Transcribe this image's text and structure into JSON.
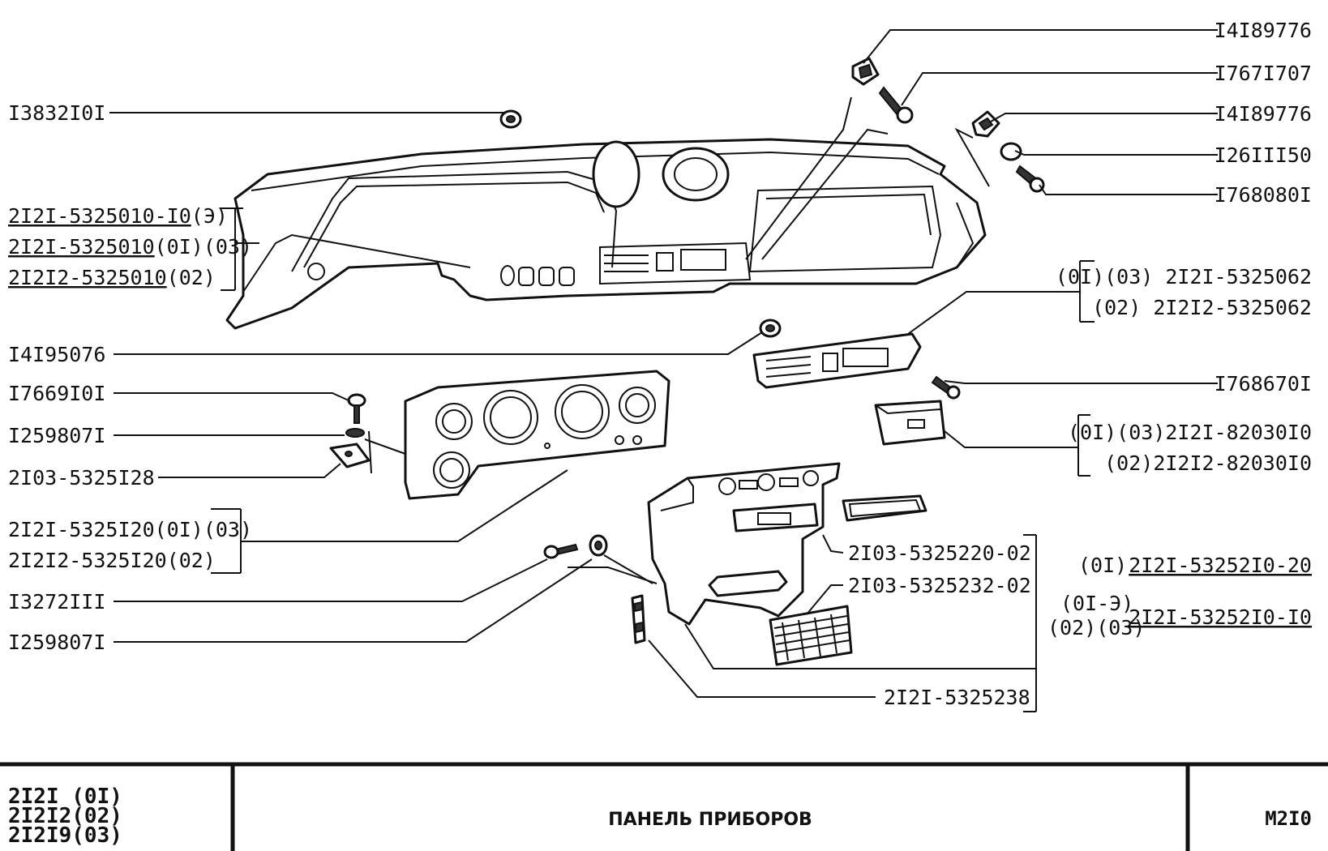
{
  "labels_left": {
    "l_13832101": "I3832I0I",
    "l_panel_a": "2I2I-5325010-I0",
    "l_panel_a_mod": "(Э)",
    "l_panel_b": "2I2I-5325010",
    "l_panel_b_mod": "(0I)(03)",
    "l_panel_c": "2I2I2-5325010",
    "l_panel_c_mod": "(02)",
    "l_14195076": "I4I95076",
    "l_17669101": "I7669I0I",
    "l_12598071": "I259807I",
    "l_2103_5325128": "2I03-5325I28",
    "l_cluster_a": "2I2I-5325I20(0I)(03)",
    "l_cluster_b": "2I2I2-5325I20(02)",
    "l_13272111": "I3272III",
    "l_12598071_b": "I259807I"
  },
  "labels_right": {
    "r_14189776_a": "I4I89776",
    "r_17671707": "I767I707",
    "r_14189776_b": "I4I89776",
    "r_12611150": "I26III50",
    "r_17680801": "I768080I",
    "r_glove_a": "(0I)(03) 2I2I-5325062",
    "r_glove_b": "(02) 2I2I2-5325062",
    "r_17686701": "I768670I",
    "r_ash_a": "(0I)(03)2I2I-82030I0",
    "r_ash_b": "(02)2I2I2-82030I0",
    "r_frame": "2I03-5325220-02",
    "r_grille": "2I03-5325232-02",
    "r_console_a_mod": "(0I)",
    "r_console_a": "2I2I-53252I0-20",
    "r_console_b_mod_1": "(0I-Э)",
    "r_console_b_mod_2": "(02)(03)",
    "r_console_b": "2I2I-53252I0-I0",
    "r_bracket": "2I2I-5325238"
  },
  "title_block": {
    "models": [
      "2I2I (0I)",
      "2I2I2(02)",
      "2I2I9(03)"
    ],
    "title": "ПАНЕЛЬ ПРИБОРОВ",
    "sheet": "М2I0"
  }
}
